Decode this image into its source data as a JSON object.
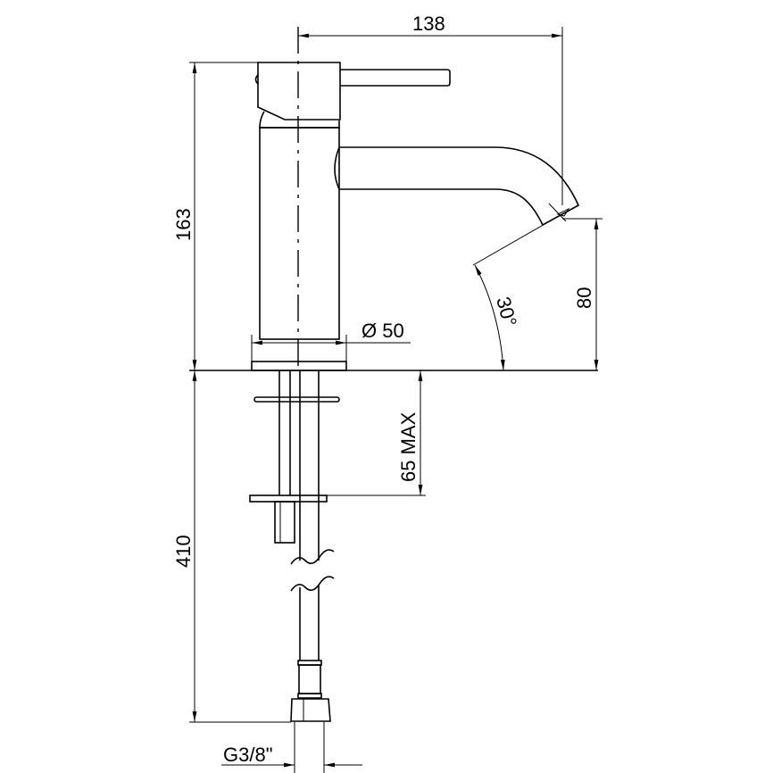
{
  "title": "Basin mixer technical drawing",
  "dimensions": {
    "width": "138",
    "height": "163",
    "spout_height": "80",
    "angle": "30°",
    "diameter": "Ø 50",
    "deck_thickness": "65 MAX",
    "hose_length": "410",
    "connection": "G3/8\""
  }
}
